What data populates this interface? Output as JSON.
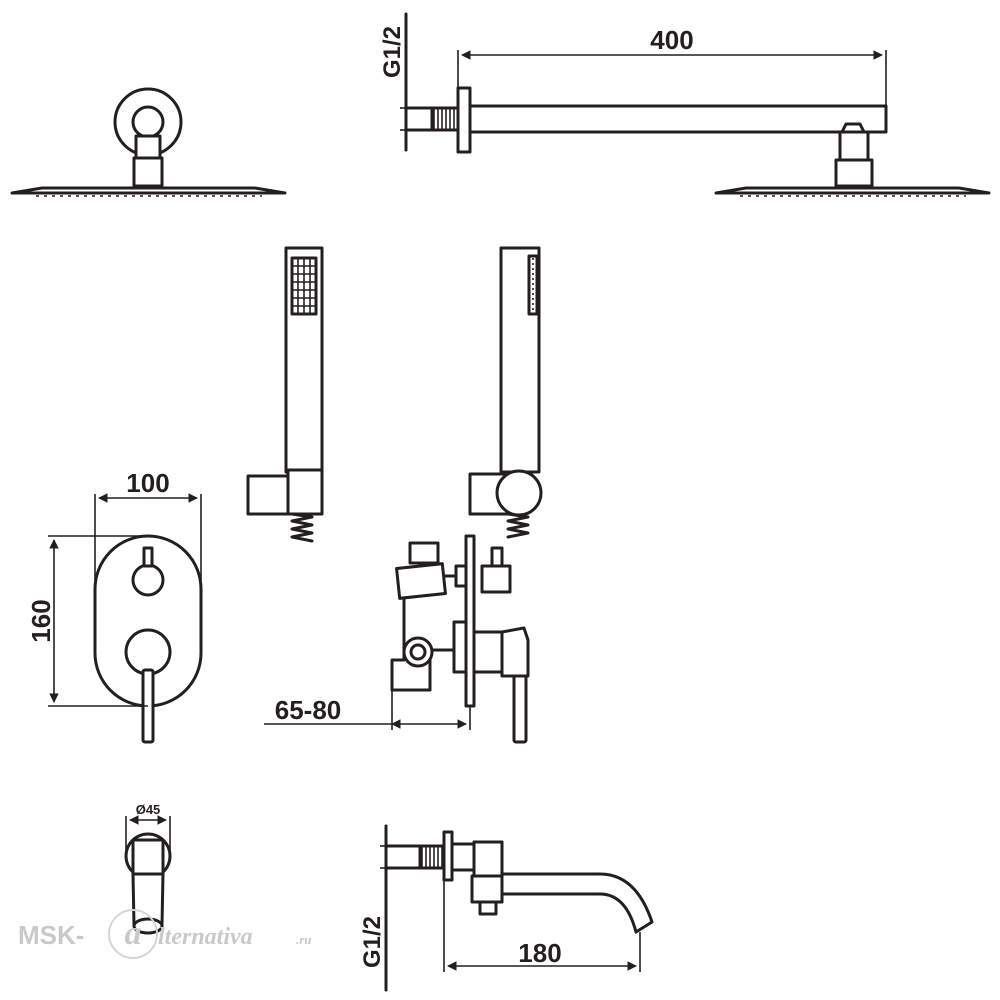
{
  "dimensions": {
    "arm_length": "400",
    "arm_thread": "G1/2",
    "plate_width": "100",
    "plate_height": "160",
    "wall_depth": "65-80",
    "spout_diameter": "Ø45",
    "spout_length": "180",
    "spout_thread": "G1/2"
  },
  "watermark": {
    "prefix": "MSK-",
    "circle_letter": "a",
    "suffix": "lternativa",
    "domain": ".ru"
  }
}
